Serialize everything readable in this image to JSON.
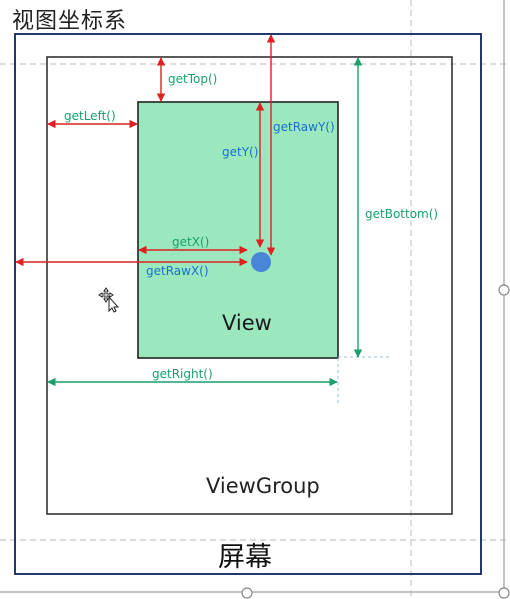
{
  "title": "视图坐标系",
  "screen_label": "屏幕",
  "viewgroup_label": "ViewGroup",
  "view_label": "View",
  "labels": {
    "get_top": "getTop()",
    "get_left": "getLeft()",
    "get_raw_y": "getRawY()",
    "get_y": "getY()",
    "get_bottom": "getBottom()",
    "get_x": "getX()",
    "get_raw_x": "getRawX()",
    "get_right": "getRight()"
  },
  "colors": {
    "screen_border": "#1f3a6b",
    "viewgroup_border": "#333333",
    "view_fill": "#9be8be",
    "view_border": "#222222",
    "red_arrow": "#e02020",
    "green_arrow": "#1aa06a",
    "blue_label": "#1a6fd0",
    "touch_point": "#4a86d8"
  }
}
